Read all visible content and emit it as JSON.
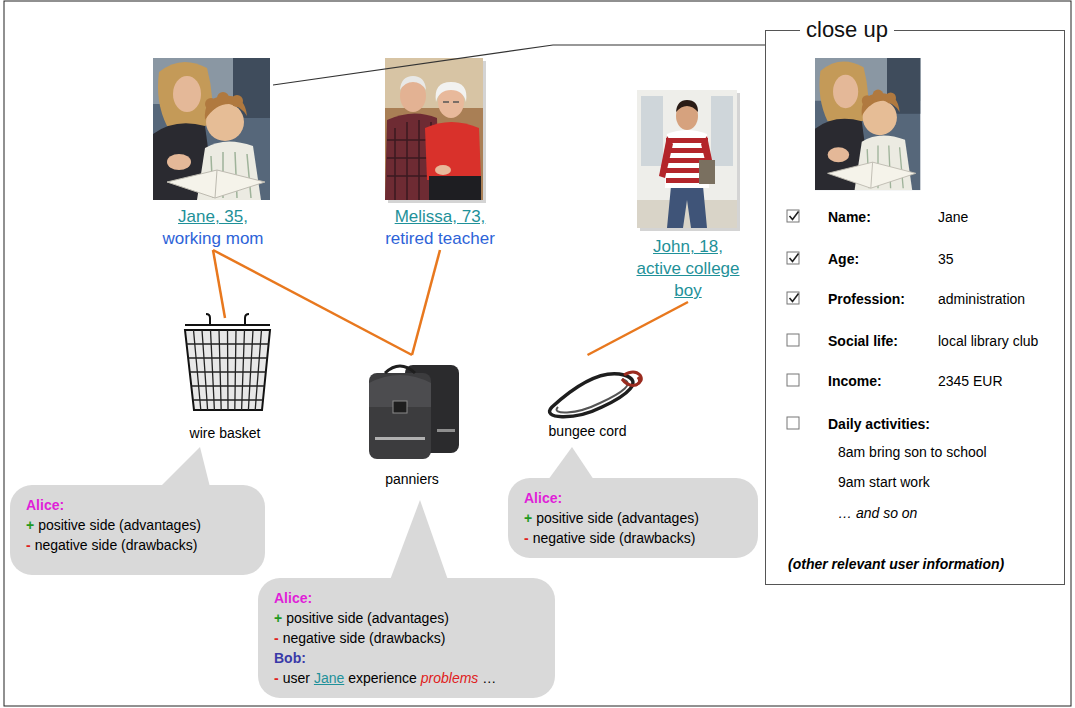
{
  "diagram": {
    "nodes": [
      {
        "text": [
          "Jane, 35,",
          "working mom"
        ]
      },
      {
        "text": [
          "Melissa, 73,",
          "retired teacher"
        ]
      },
      {
        "text": [
          "John, 18,",
          "active college boy"
        ]
      },
      {
        "text": [
          "close up",
          "Name:",
          "Jane",
          "Age:",
          "35",
          "Profession:",
          "administration",
          "Social life:",
          "local library club",
          "Income:",
          "2345 EUR",
          "Daily activities:",
          "8am bring son to school",
          "9am start work",
          "… and so on",
          "(other relevant user information)"
        ]
      },
      {
        "text": [
          "wire basket"
        ]
      },
      {
        "text": [
          "panniers"
        ]
      },
      {
        "text": [
          "bungee cord"
        ]
      },
      {
        "text": [
          "Alice:",
          "+",
          "positive side (advantages)",
          "-",
          "negative side (drawbacks)"
        ]
      },
      {
        "text": [
          "Alice:",
          "+",
          "positive side (advantages)",
          "-",
          "negative side (drawbacks)",
          "Bob:",
          "-",
          "user",
          "Jane",
          "experience",
          "problems",
          "…"
        ]
      },
      {
        "text": [
          "Alice:",
          "+",
          "positive side (advantages)",
          "-",
          "negative side (drawbacks)"
        ]
      }
    ],
    "edges": [
      {
        "from": 0,
        "to": 3,
        "arrow": "none"
      },
      {
        "from": 0,
        "to": 4,
        "arrow": "none"
      },
      {
        "from": 0,
        "to": 5,
        "arrow": "none"
      },
      {
        "from": 1,
        "to": 5,
        "arrow": "none"
      },
      {
        "from": 2,
        "to": 6,
        "arrow": "none"
      }
    ]
  }
}
